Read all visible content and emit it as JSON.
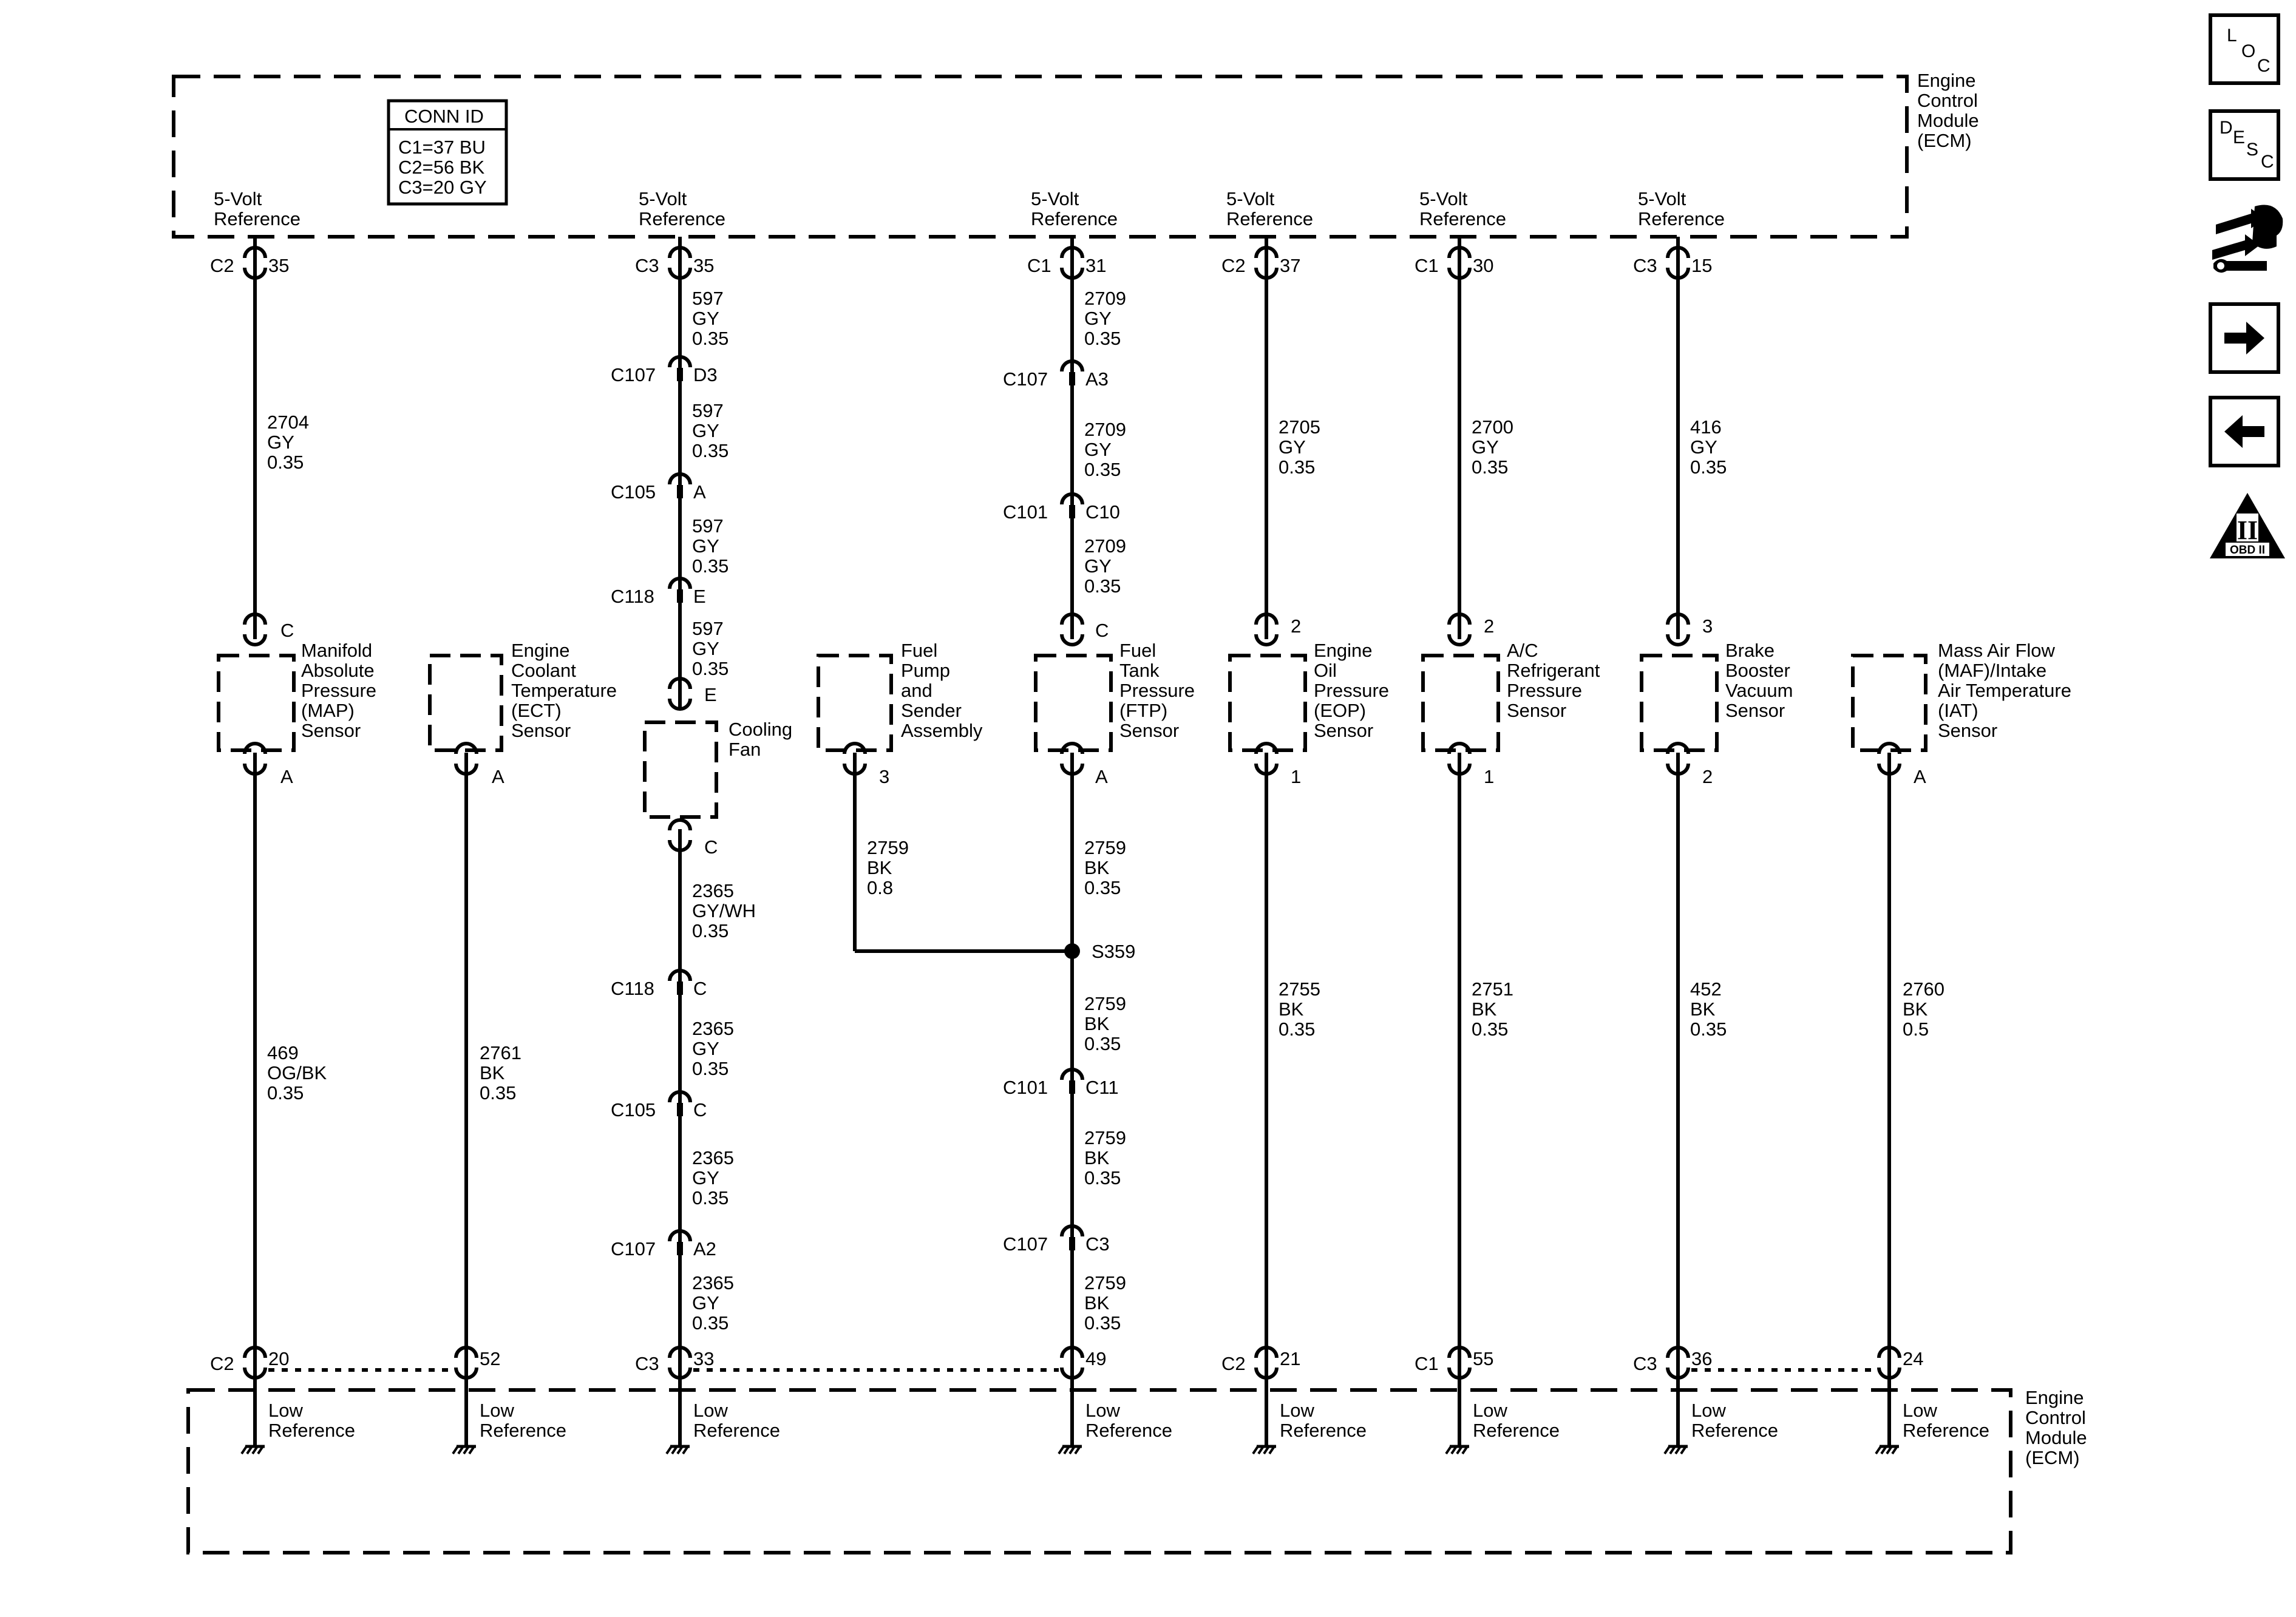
{
  "ecm_label_lines": [
    "Engine",
    "Control",
    "Module",
    "(ECM)"
  ],
  "conn_id": {
    "title": "CONN ID",
    "lines": [
      "C1=37 BU",
      "C2=56 BK",
      "C3=20 GY"
    ]
  },
  "ref_label_lines": [
    "5-Volt",
    "Reference"
  ],
  "low_ref_lines": [
    "Low",
    "Reference"
  ],
  "splice_label": "S359",
  "top_pins": [
    {
      "conn": "C2",
      "pin": "35"
    },
    {
      "conn": "C3",
      "pin": "35"
    },
    {
      "conn": "C1",
      "pin": "31"
    },
    {
      "conn": "C2",
      "pin": "37"
    },
    {
      "conn": "C1",
      "pin": "30"
    },
    {
      "conn": "C3",
      "pin": "15"
    }
  ],
  "bottom_pins": [
    {
      "conn": "C2",
      "pin": "20"
    },
    {
      "conn": "",
      "pin": "52"
    },
    {
      "conn": "C3",
      "pin": "33"
    },
    {
      "conn": "",
      "pin": "49"
    },
    {
      "conn": "C2",
      "pin": "21"
    },
    {
      "conn": "C1",
      "pin": "55"
    },
    {
      "conn": "C3",
      "pin": "36"
    },
    {
      "conn": "",
      "pin": "24"
    }
  ],
  "components": [
    {
      "name_lines": [
        "Manifold",
        "Absolute",
        "Pressure",
        "(MAP)",
        "Sensor"
      ],
      "top_pin": "C",
      "bottom_pin": "A"
    },
    {
      "name_lines": [
        "Engine",
        "Coolant",
        "Temperature",
        "(ECT)",
        "Sensor"
      ],
      "top_pin": "",
      "bottom_pin": "A"
    },
    {
      "name_lines": [
        "Cooling",
        "Fan"
      ],
      "top_pin": "E",
      "bottom_pin": "C"
    },
    {
      "name_lines": [
        "Fuel",
        "Pump",
        "and",
        "Sender",
        "Assembly"
      ],
      "top_pin": "",
      "bottom_pin": "3"
    },
    {
      "name_lines": [
        "Fuel",
        "Tank",
        "Pressure",
        "(FTP)",
        "Sensor"
      ],
      "top_pin": "C",
      "bottom_pin": "A"
    },
    {
      "name_lines": [
        "Engine",
        "Oil",
        "Pressure",
        "(EOP)",
        "Sensor"
      ],
      "top_pin": "2",
      "bottom_pin": "1"
    },
    {
      "name_lines": [
        "A/C",
        "Refrigerant",
        "Pressure",
        "Sensor"
      ],
      "top_pin": "2",
      "bottom_pin": "1"
    },
    {
      "name_lines": [
        "Brake",
        "Booster",
        "Vacuum",
        "Sensor"
      ],
      "top_pin": "3",
      "bottom_pin": "2"
    },
    {
      "name_lines": [
        "Mass Air Flow",
        "(MAF)/Intake",
        "Air Temperature",
        "(IAT)",
        "Sensor"
      ],
      "top_pin": "",
      "bottom_pin": "A"
    }
  ],
  "inline_connectors": [
    {
      "conn": "C107",
      "pin": "D3"
    },
    {
      "conn": "C105",
      "pin": "A"
    },
    {
      "conn": "C118",
      "pin": "E"
    },
    {
      "conn": "C118",
      "pin": "C"
    },
    {
      "conn": "C105",
      "pin": "C"
    },
    {
      "conn": "C107",
      "pin": "A2"
    },
    {
      "conn": "C107",
      "pin": "A3"
    },
    {
      "conn": "C101",
      "pin": "C10"
    },
    {
      "conn": "C101",
      "pin": "C11"
    },
    {
      "conn": "C107",
      "pin": "C3"
    }
  ],
  "wire_labels": [
    [
      "2704",
      "GY",
      "0.35"
    ],
    [
      "469",
      "OG/BK",
      "0.35"
    ],
    [
      "2761",
      "BK",
      "0.35"
    ],
    [
      "597",
      "GY",
      "0.35"
    ],
    [
      "597",
      "GY",
      "0.35"
    ],
    [
      "597",
      "GY",
      "0.35"
    ],
    [
      "597",
      "GY",
      "0.35"
    ],
    [
      "2365",
      "GY/WH",
      "0.35"
    ],
    [
      "2365",
      "GY",
      "0.35"
    ],
    [
      "2365",
      "GY",
      "0.35"
    ],
    [
      "2365",
      "GY",
      "0.35"
    ],
    [
      "2759",
      "BK",
      "0.8"
    ],
    [
      "2709",
      "GY",
      "0.35"
    ],
    [
      "2709",
      "GY",
      "0.35"
    ],
    [
      "2709",
      "GY",
      "0.35"
    ],
    [
      "2759",
      "BK",
      "0.35"
    ],
    [
      "2759",
      "BK",
      "0.35"
    ],
    [
      "2759",
      "BK",
      "0.35"
    ],
    [
      "2759",
      "BK",
      "0.35"
    ],
    [
      "2705",
      "GY",
      "0.35"
    ],
    [
      "2755",
      "BK",
      "0.35"
    ],
    [
      "2700",
      "GY",
      "0.35"
    ],
    [
      "2751",
      "BK",
      "0.35"
    ],
    [
      "416",
      "GY",
      "0.35"
    ],
    [
      "452",
      "BK",
      "0.35"
    ],
    [
      "2760",
      "BK",
      "0.5"
    ]
  ],
  "sidebar": {
    "loc": {
      "l": "L",
      "o": "O",
      "c": "C"
    },
    "desc": {
      "d": "D",
      "e": "E",
      "s": "S",
      "c": "C"
    },
    "obd_numeral": "II",
    "obd_label": "OBD II",
    "connector_tool_icon": "connector-wrench-icon",
    "next_icon": "arrow-right-icon",
    "prev_icon": "arrow-left-icon"
  }
}
